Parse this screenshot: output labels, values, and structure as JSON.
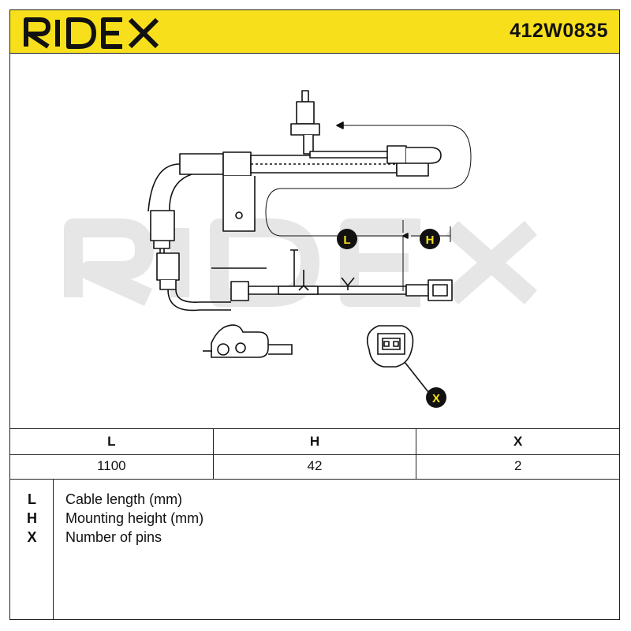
{
  "brand": {
    "logo_name": "RIDEX",
    "part_number": "412W0835",
    "accent_color": "#f7e01b",
    "watermark": "RIDEX"
  },
  "diagram": {
    "markers": {
      "L": "L",
      "H": "H",
      "X": "X"
    }
  },
  "specs": {
    "headers": [
      "L",
      "H",
      "X"
    ],
    "values": [
      "1100",
      "42",
      "2"
    ]
  },
  "legend": [
    {
      "key": "L",
      "description": "Cable length (mm)"
    },
    {
      "key": "H",
      "description": "Mounting height (mm)"
    },
    {
      "key": "X",
      "description": "Number of pins"
    }
  ]
}
